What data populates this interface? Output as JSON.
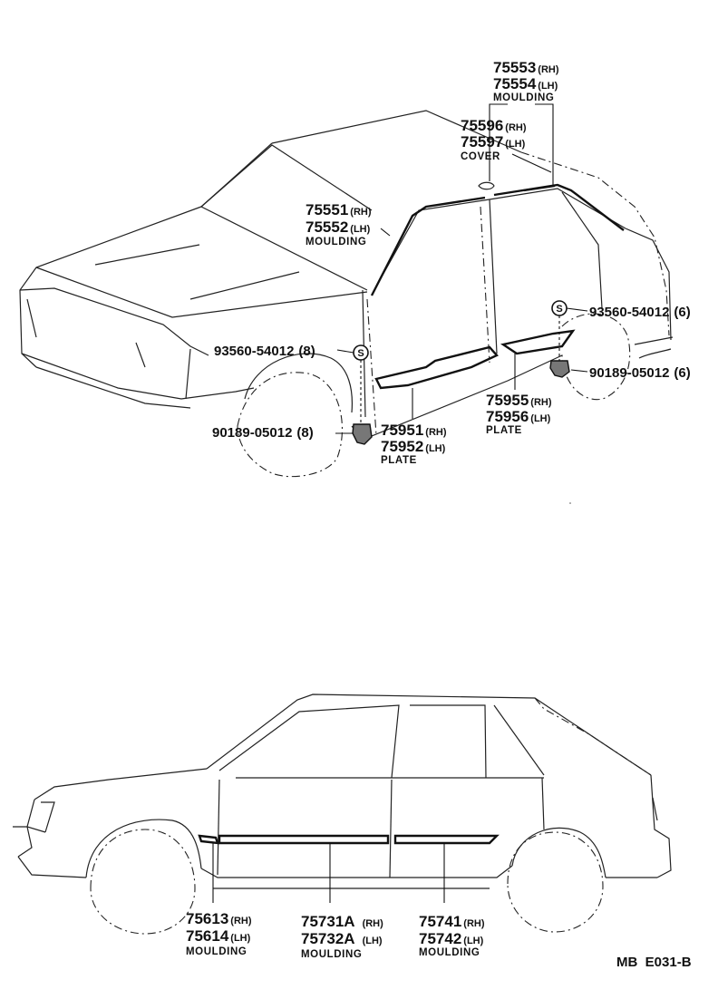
{
  "callouts": {
    "upper_moulding": {
      "rh": "75553",
      "rh_sfx": "(RH)",
      "lh": "75554",
      "lh_sfx": "(LH)",
      "name": "MOULDING"
    },
    "cover": {
      "rh": "75596",
      "rh_sfx": "(RH)",
      "lh": "75597",
      "lh_sfx": "(LH)",
      "name": "COVER"
    },
    "front_moulding": {
      "rh": "75551",
      "rh_sfx": "(RH)",
      "lh": "75552",
      "lh_sfx": "(LH)",
      "name": "MOULDING"
    },
    "screw_rear": {
      "code": "93560-54012",
      "qty": "(6)"
    },
    "screw_front": {
      "code": "93560-54012",
      "qty": "(8)"
    },
    "clip_rear": {
      "code": "90189-05012",
      "qty": "(6)"
    },
    "clip_front": {
      "code": "90189-05012",
      "qty": "(8)"
    },
    "rear_plate": {
      "rh": "75955",
      "rh_sfx": "(RH)",
      "lh": "75956",
      "lh_sfx": "(LH)",
      "name": "PLATE"
    },
    "front_plate": {
      "rh": "75951",
      "rh_sfx": "(RH)",
      "lh": "75952",
      "lh_sfx": "(LH)",
      "name": "PLATE"
    },
    "fender_moulding": {
      "rh": "75613",
      "rh_sfx": "(RH)",
      "lh": "75614",
      "lh_sfx": "(LH)",
      "name": "MOULDING"
    },
    "door_moulding_front": {
      "rh": "75731A",
      "rh_sfx": "(RH)",
      "lh": "75732A",
      "lh_sfx": "(LH)",
      "name": "MOULDING"
    },
    "door_moulding_rear": {
      "rh": "75741",
      "rh_sfx": "(RH)",
      "lh": "75742",
      "lh_sfx": "(LH)",
      "name": "MOULDING"
    }
  },
  "symbols": {
    "screw_mark": "S"
  },
  "figure_code": "MB  E031-B"
}
